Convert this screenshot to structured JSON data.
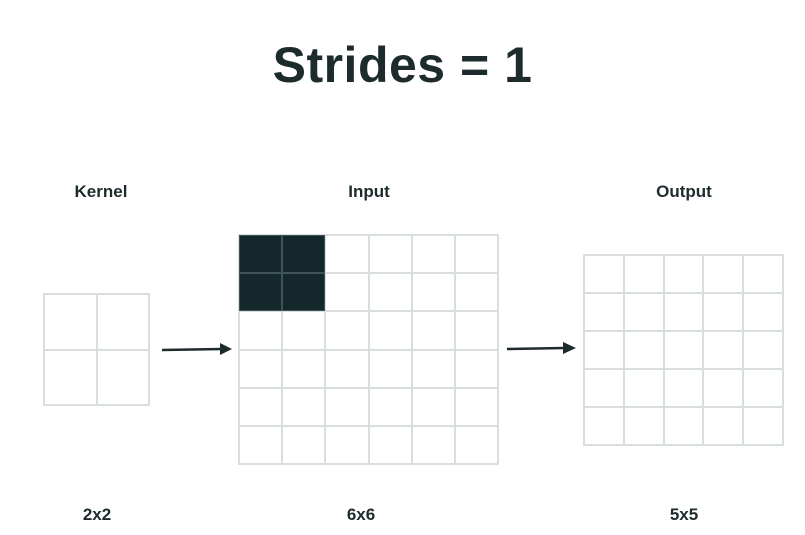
{
  "title": "Strides = 1",
  "kernel": {
    "label": "Kernel",
    "size_label": "2x2",
    "rows": 2,
    "cols": 2,
    "filled": []
  },
  "input": {
    "label": "Input",
    "size_label": "6x6",
    "rows": 6,
    "cols": 6,
    "filled": [
      [
        0,
        0
      ],
      [
        0,
        1
      ],
      [
        1,
        0
      ],
      [
        1,
        1
      ]
    ]
  },
  "output": {
    "label": "Output",
    "size_label": "5x5",
    "rows": 5,
    "cols": 5,
    "filled": []
  },
  "colors": {
    "text": "#1d2b2d",
    "grid_line": "#d7dedb",
    "highlight": "#14282b",
    "arrow": "#1d2b2d"
  }
}
